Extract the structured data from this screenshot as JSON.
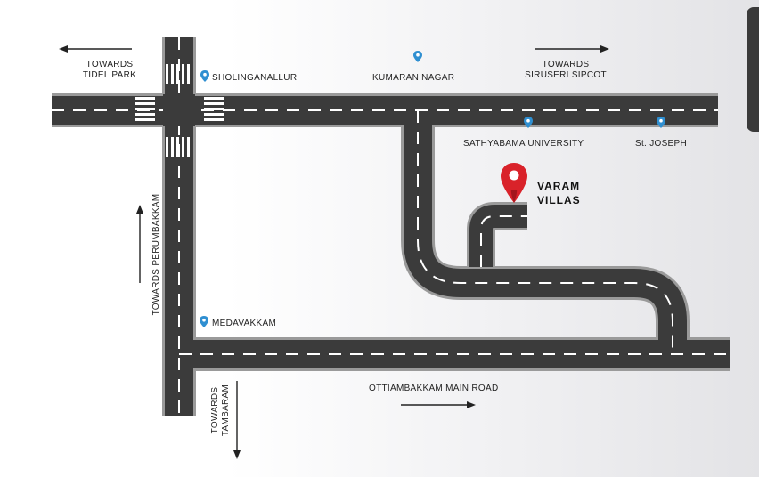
{
  "labels": {
    "tidel_park": [
      "TOWARDS",
      "TIDEL PARK"
    ],
    "siruseri_sipcot": [
      "TOWARDS",
      "SIRUSERI SIPCOT"
    ],
    "perumbakkam": "TOWARDS PERUMBAKKAM",
    "tambaram": [
      "TOWARDS",
      "TAMBARAM"
    ],
    "ottiambakkam_road": "OTTIAMBAKKAM MAIN ROAD"
  },
  "places": {
    "sholinganallur": "SHOLINGANALLUR",
    "kumaran_nagar": "KUMARAN NAGAR",
    "sathyabama": "SATHYABAMA UNIVERSITY",
    "st_joseph": "St. JOSEPH",
    "medavakkam": "MEDAVAKKAM"
  },
  "destination": {
    "line1": "VARAM",
    "line2": "VILLAS"
  },
  "colors": {
    "road": "#3b3b3b",
    "road_edge": "#9a9a9a",
    "marking": "#ffffff",
    "poi_pin": "#2f8fd1",
    "destination_pin": "#d9222a",
    "arrow": "#222222"
  },
  "icons": {
    "poi": "map-pin-icon",
    "destination": "location-pin-icon",
    "direction": "arrow-icon"
  }
}
